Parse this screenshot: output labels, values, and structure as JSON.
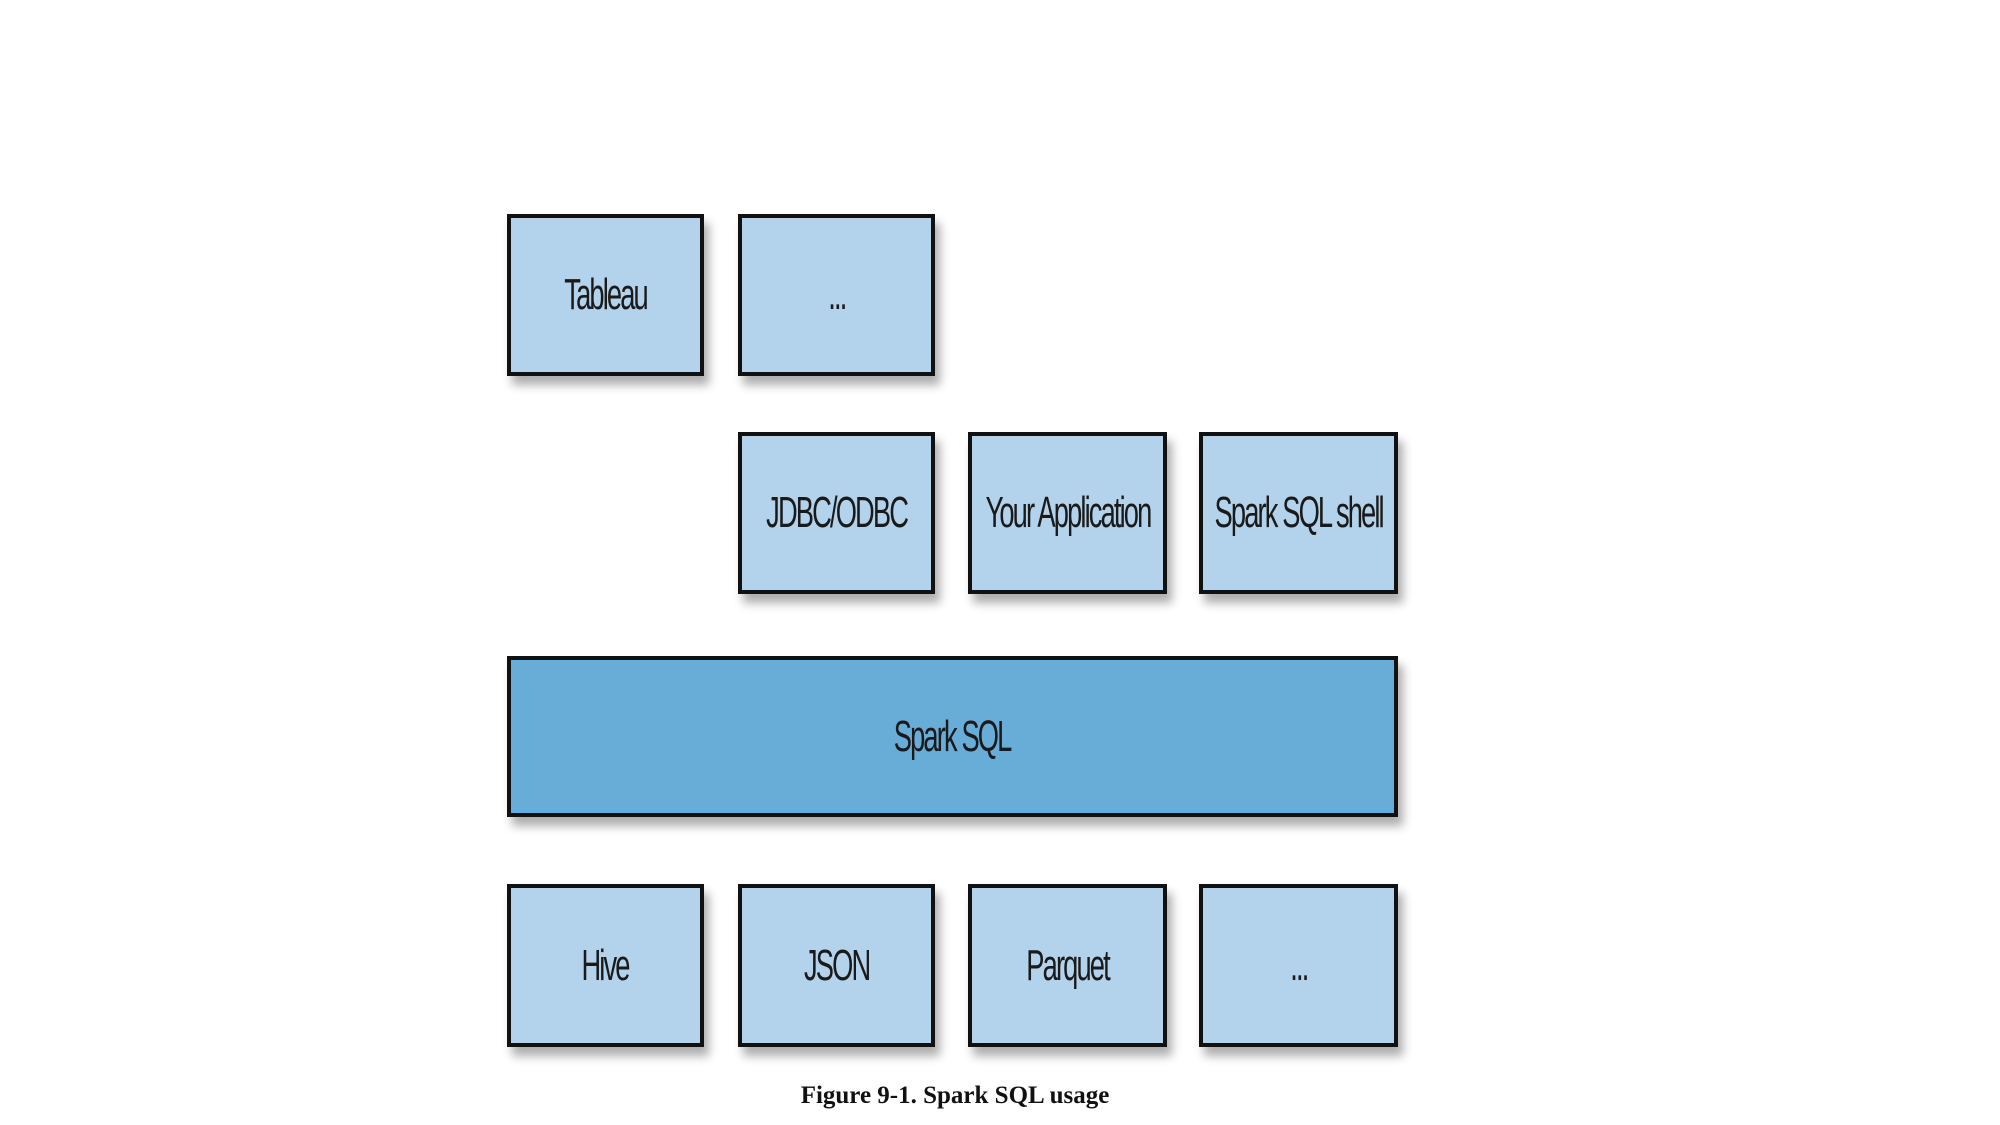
{
  "diagram": {
    "top_row": [
      {
        "label": "Tableau",
        "fill": "#b3d3ec"
      },
      {
        "label": "...",
        "fill": "#b3d3ec"
      }
    ],
    "middle_row": [
      {
        "label": "JDBC/ODBC",
        "fill": "#b3d3ec"
      },
      {
        "label": "Your Application",
        "fill": "#b3d3ec"
      },
      {
        "label": "Spark SQL shell",
        "fill": "#b3d3ec"
      }
    ],
    "core": {
      "label": "Spark SQL",
      "fill": "#68acd8"
    },
    "bottom_row": [
      {
        "label": "Hive",
        "fill": "#b3d3ec"
      },
      {
        "label": "JSON",
        "fill": "#b3d3ec"
      },
      {
        "label": "Parquet",
        "fill": "#b3d3ec"
      },
      {
        "label": "...",
        "fill": "#b3d3ec"
      }
    ],
    "caption": "Figure 9-1. Spark SQL usage",
    "border_color": "#111111"
  }
}
